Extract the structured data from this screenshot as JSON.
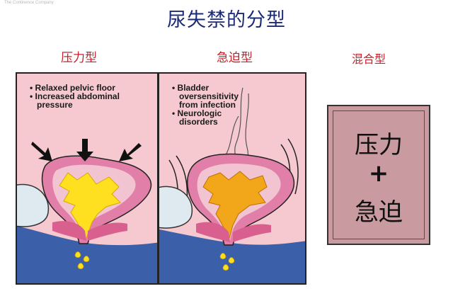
{
  "watermark": "The Continence Company",
  "title": "尿失禁的分型",
  "columns": {
    "stress": {
      "label": "压力型",
      "notes": [
        "• Relaxed pelvic floor",
        "• Increased abdominal",
        "pressure"
      ]
    },
    "urge": {
      "label": "急迫型",
      "notes": [
        "• Bladder",
        "oversensitivity",
        "from infection",
        "• Neurologic",
        "disorders"
      ]
    },
    "mixed": {
      "label": "混合型",
      "box_line1": "压力",
      "box_line2": "+",
      "box_line3": "急迫"
    }
  },
  "colors": {
    "title": "#1a2a7a",
    "label": "#c8202a",
    "panel_bg": "#f5c9cf",
    "bladder": "#e27fa8",
    "urine": "#ffe020",
    "floor": "#3b5fa8",
    "mixed_box": "#c99aa0"
  }
}
